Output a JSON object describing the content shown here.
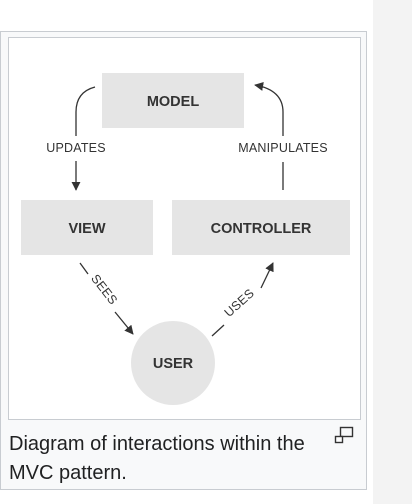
{
  "figure": {
    "nodes": {
      "model": "MODEL",
      "view": "VIEW",
      "controller": "CONTROLLER",
      "user": "USER"
    },
    "edges": {
      "updates": "UPDATES",
      "manipulates": "MANIPULATES",
      "sees": "SEES",
      "uses": "USES"
    },
    "caption": "Diagram of interactions within the MVC pattern.",
    "enlarge_icon": "magnify-clip-icon",
    "colors": {
      "node_fill": "#e5e5e5",
      "text": "#333333",
      "panel_background": "#f8f9fa",
      "border": "#c8ccd1",
      "right_panel": "#f3f3f3"
    }
  }
}
